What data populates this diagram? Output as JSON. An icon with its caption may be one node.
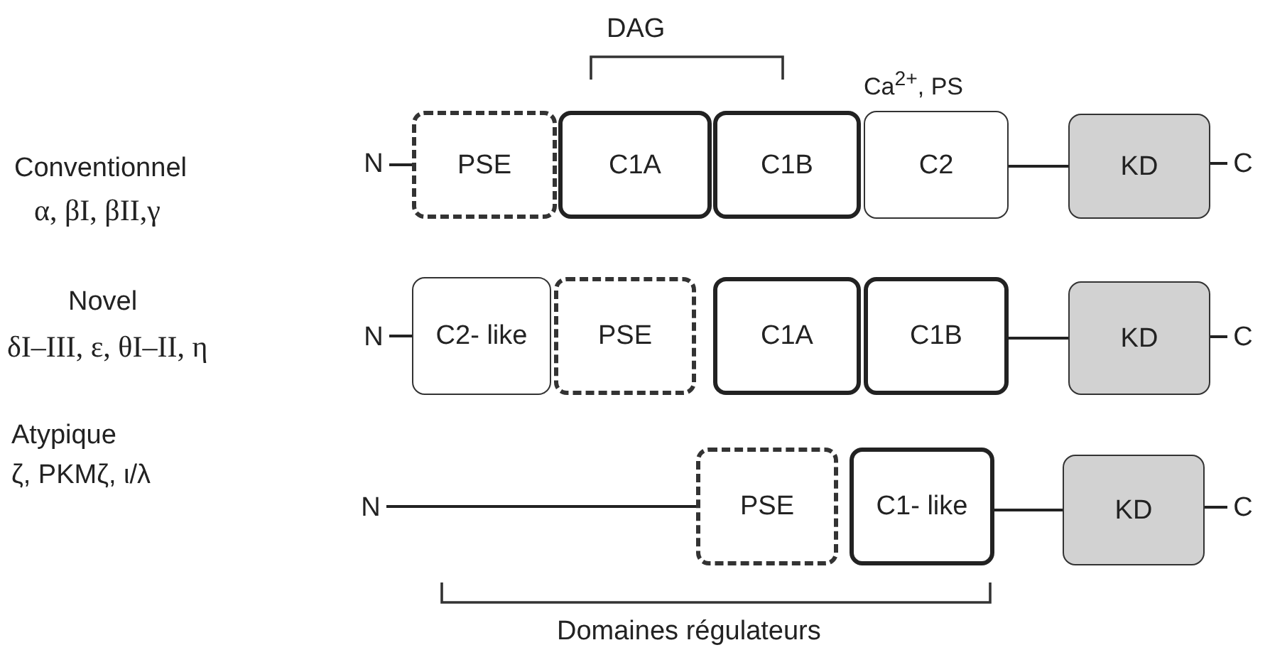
{
  "diagram": {
    "nodes": [
      {
        "text": [
          "N"
        ]
      },
      {
        "text": [
          "PSE"
        ]
      },
      {
        "text": [
          "C1A"
        ]
      },
      {
        "text": [
          "C1B"
        ]
      },
      {
        "text": [
          "C2"
        ]
      },
      {
        "text": [
          "KD"
        ]
      },
      {
        "text": [
          "C"
        ]
      },
      {
        "text": [
          "N"
        ]
      },
      {
        "text": [
          "C2- like"
        ]
      },
      {
        "text": [
          "PSE"
        ]
      },
      {
        "text": [
          "C1A"
        ]
      },
      {
        "text": [
          "C1B"
        ]
      },
      {
        "text": [
          "KD"
        ]
      },
      {
        "text": [
          "C"
        ]
      },
      {
        "text": [
          "N"
        ]
      },
      {
        "text": [
          "PSE"
        ]
      },
      {
        "text": [
          "C1- like"
        ]
      },
      {
        "text": [
          "KD"
        ]
      },
      {
        "text": [
          "C"
        ]
      }
    ],
    "edges": [
      {
        "from": 0,
        "to": 1,
        "arrow": "none"
      },
      {
        "from": 4,
        "to": 5,
        "arrow": "none"
      },
      {
        "from": 5,
        "to": 6,
        "arrow": "none"
      },
      {
        "from": 7,
        "to": 8,
        "arrow": "none"
      },
      {
        "from": 11,
        "to": 12,
        "arrow": "none"
      },
      {
        "from": 12,
        "to": 13,
        "arrow": "none"
      },
      {
        "from": 14,
        "to": 15,
        "arrow": "none"
      },
      {
        "from": 16,
        "to": 17,
        "arrow": "none"
      },
      {
        "from": 17,
        "to": 18,
        "arrow": "none"
      }
    ],
    "labels": [
      "DAG",
      "Ca$^{2+}$, PS",
      "Conventionnel",
      "α, βI, βII,γ",
      "Novel",
      "δI–III, ε, θI–II, η",
      "Atypique",
      "ζ, PKMζ, ι/λ",
      "Domaines régulateurs"
    ]
  }
}
